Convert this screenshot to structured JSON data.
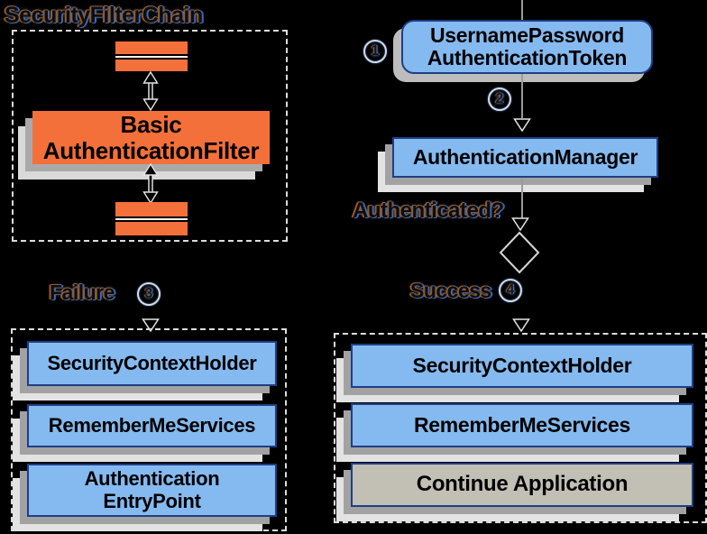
{
  "chain": {
    "title": "SecurityFilterChain",
    "filter_line1": "Basic",
    "filter_line2": "AuthenticationFilter"
  },
  "flow": {
    "token_line1": "UsernamePassword",
    "token_line2": "AuthenticationToken",
    "manager": "AuthenticationManager",
    "question": "Authenticated?",
    "failure": "Failure",
    "success": "Success",
    "step1": "1",
    "step2": "2",
    "step3": "3",
    "step4": "4"
  },
  "failure_path": {
    "box1": "SecurityContextHolder",
    "box2": "RememberMeServices",
    "box3_line1": "Authentication",
    "box3_line2": "EntryPoint"
  },
  "success_path": {
    "box1": "SecurityContextHolder",
    "box2": "RememberMeServices",
    "box3": "Continue Application"
  },
  "colors": {
    "background": "#000000",
    "box_blue": "#85baf0",
    "box_border": "#1e3f85",
    "orange": "#f4703a",
    "gray_box": "#c2bfb4",
    "shadow_mid": "#a2a2a2",
    "shadow_light": "#e3e3e3",
    "dash": "#dcdcdc",
    "connector": "#9a9a9a",
    "halo_orange": "#9a5a22",
    "halo_blue": "#3d69ad"
  }
}
